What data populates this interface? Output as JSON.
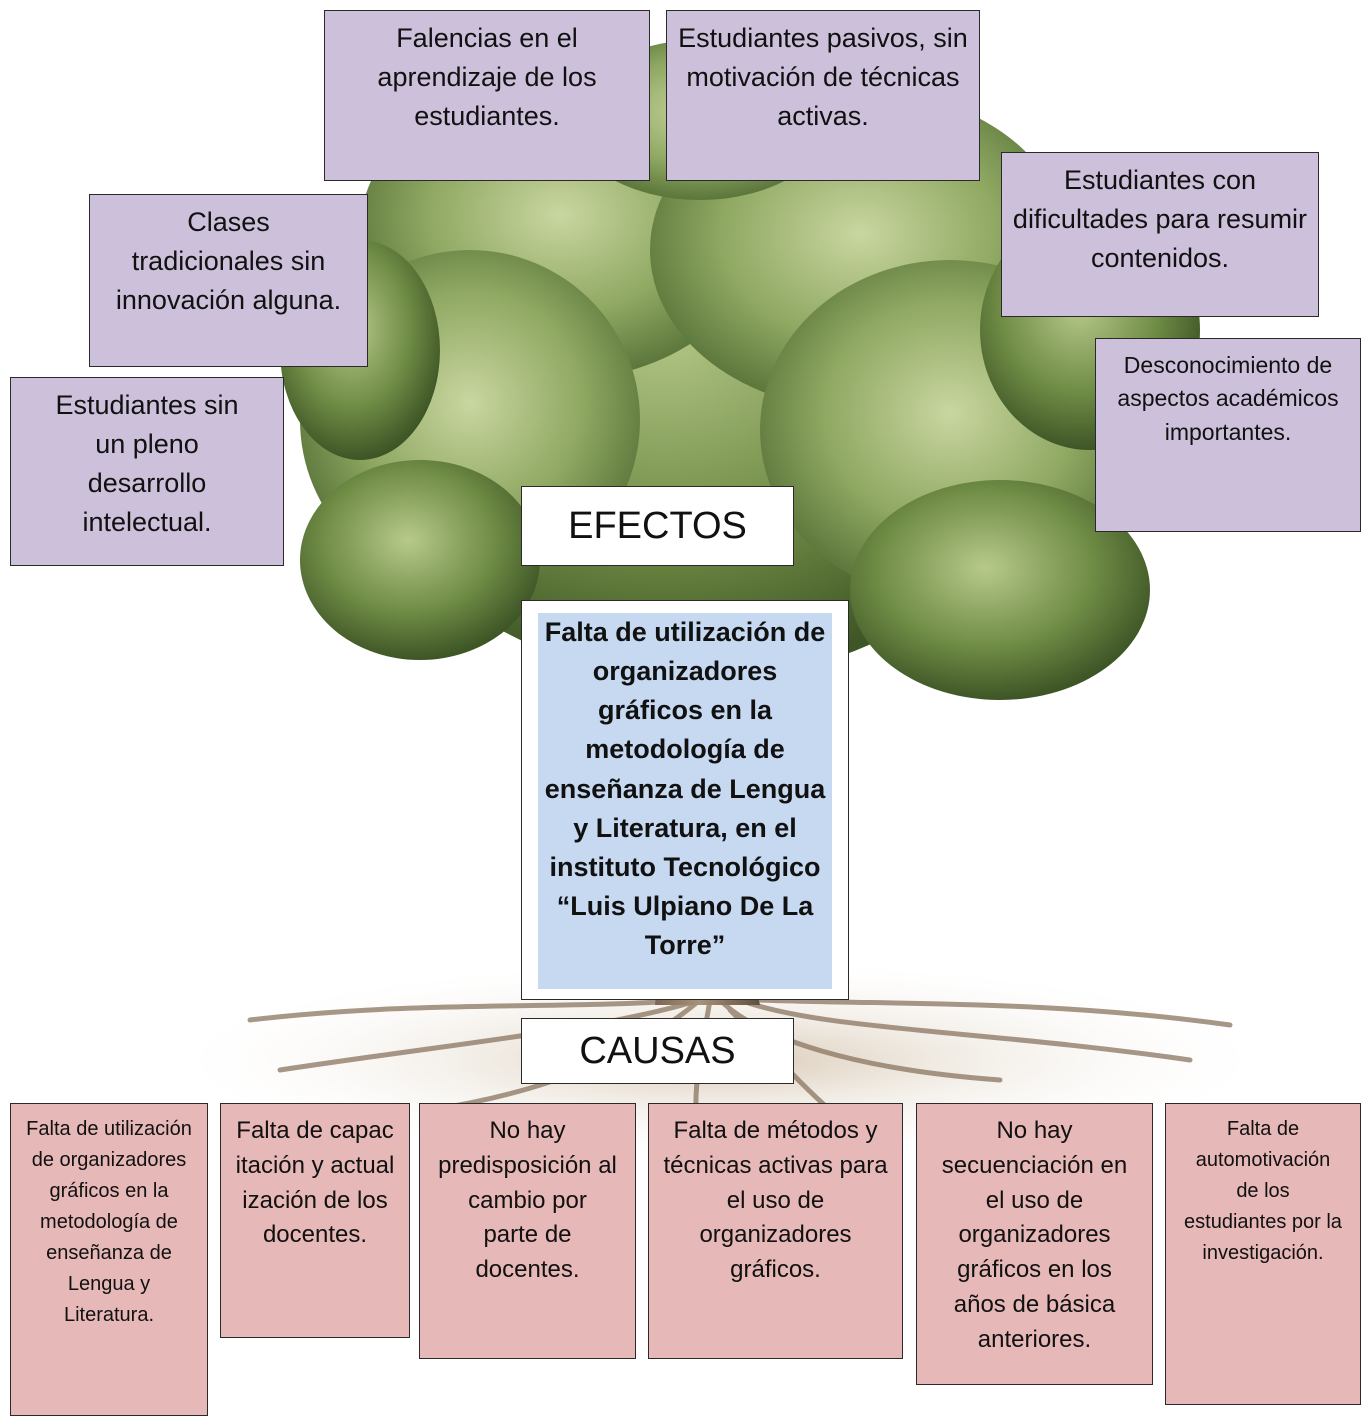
{
  "labels": {
    "effects": "EFECTOS",
    "causes": "CAUSAS"
  },
  "problem": "Falta de utilización de organizadores gráficos en la metodología de enseñanza de Lengua y Literatura, en el instituto Tecnológico “Luis Ulpiano De La Torre”",
  "effects": [
    "Falencias en el aprendizaje de los estudiantes.",
    "Estudiantes pasivos, sin motivación de técnicas activas.",
    "Estudiantes con dificultades para resumir contenidos.",
    "Clases tradicionales sin innovación alguna.",
    "Desconocimiento de aspectos académicos importantes.",
    "Estudiantes sin un pleno desarrollo intelectual."
  ],
  "causes": [
    "Falta de utilización de organizadores gráficos en la metodología de enseñanza de Lengua y Literatura.",
    "Falta de capacitación y actualización de los docentes.",
    "No hay predisposición al cambio por parte de docentes.",
    "Falta de métodos y técnicas activas para el uso de organizadores gráficos.",
    "No hay secuenciación en el uso de organizadores gráficos en los años de básica anteriores.",
    "Falta de automotivación de los estudiantes por la investigación."
  ],
  "colors": {
    "effect_fill": "#ccc0da",
    "cause_fill": "#e6b8b7",
    "problem_fill": "#c6d9f1",
    "foliage": "#7f9a52",
    "roots": "#8a7560"
  }
}
